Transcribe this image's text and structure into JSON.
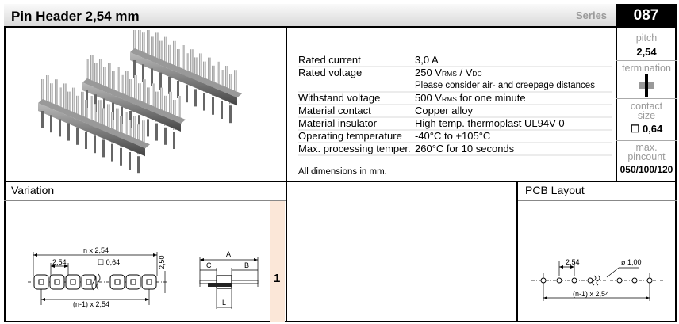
{
  "header": {
    "title": "Pin Header 2,54 mm",
    "series_label": "Series",
    "series_number": "087"
  },
  "specs": [
    {
      "key": "Rated current",
      "value": "3,0 A"
    },
    {
      "key": "Rated voltage",
      "value_parts": [
        "250 V",
        "RMS",
        " / V",
        "DC"
      ]
    },
    {
      "key": "",
      "value": "Please consider air- and creepage distances"
    },
    {
      "key": "Withstand voltage",
      "value_parts": [
        "500 V",
        "RMS",
        " for one minute"
      ]
    },
    {
      "key": "Material contact",
      "value": "Copper alloy"
    },
    {
      "key": "Material insulator",
      "value": "High temp. thermoplast UL94V-0"
    },
    {
      "key": "Operating temperature",
      "value": "-40°C to +105°C"
    },
    {
      "key": "Max. processing temper.",
      "value": "260°C for 10 seconds"
    }
  ],
  "dimensions_note": "All dimensions in mm.",
  "sidebar": {
    "pitch_label": "pitch",
    "pitch_value": "2,54",
    "termination_label": "termination",
    "contact_label_1": "contact",
    "contact_label_2": "size",
    "contact_value": "☐ 0,64",
    "pincount_label_1": "max.",
    "pincount_label_2": "pincount",
    "pincount_value": "050/100/120"
  },
  "sections": {
    "variation": "Variation",
    "pcb_layout": "PCB Layout"
  },
  "variation_row": "1",
  "drawing_labels": {
    "n_pitch": "n x 2,54",
    "pitch": "2,54",
    "contact": "☐ 0,64",
    "height": "2,50",
    "n_minus_1": "(n-1) x 2,54",
    "A": "A",
    "B": "B",
    "C": "C",
    "L": "L"
  },
  "pcb_labels": {
    "pitch": "2,54",
    "hole": "ø 1,00",
    "span": "(n-1) x 2,54"
  }
}
